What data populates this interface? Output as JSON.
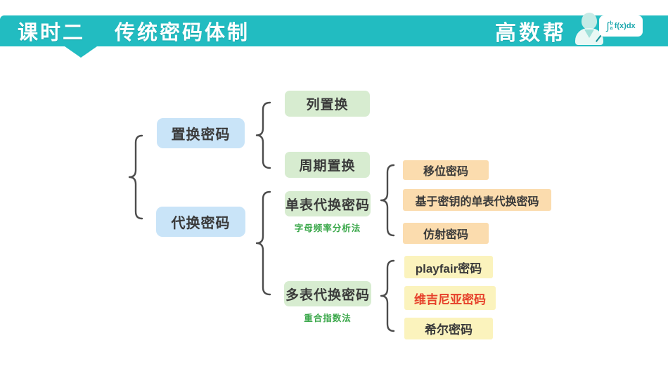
{
  "header": {
    "lesson_label": "课时二",
    "title": "传统密码体制",
    "logo_text": "高数帮",
    "formula": {
      "sign": "∫",
      "upper": "b",
      "lower": "a",
      "body": "f(x)dx"
    }
  },
  "colors": {
    "banner_teal": "#22bcc1",
    "blue_box": "#c9e4f8",
    "green_box": "#d7ecd0",
    "orange_box": "#fbdcae",
    "yellow_box": "#fbf3bd",
    "note_green": "#3ba84b",
    "highlight_red": "#e6402a",
    "brace_gray": "#4c4c4c"
  },
  "tree": {
    "permutation": {
      "label": "置换密码",
      "children": [
        "列置换",
        "周期置换"
      ]
    },
    "substitution": {
      "label": "代换密码",
      "mono": {
        "label": "单表代换密码",
        "note": "字母频率分析法",
        "children": [
          "移位密码",
          "基于密钥的单表代换密码",
          "仿射密码"
        ]
      },
      "poly": {
        "label": "多表代换密码",
        "note": "重合指数法",
        "children": [
          "playfair密码",
          "维吉尼亚密码",
          "希尔密码"
        ]
      }
    }
  }
}
